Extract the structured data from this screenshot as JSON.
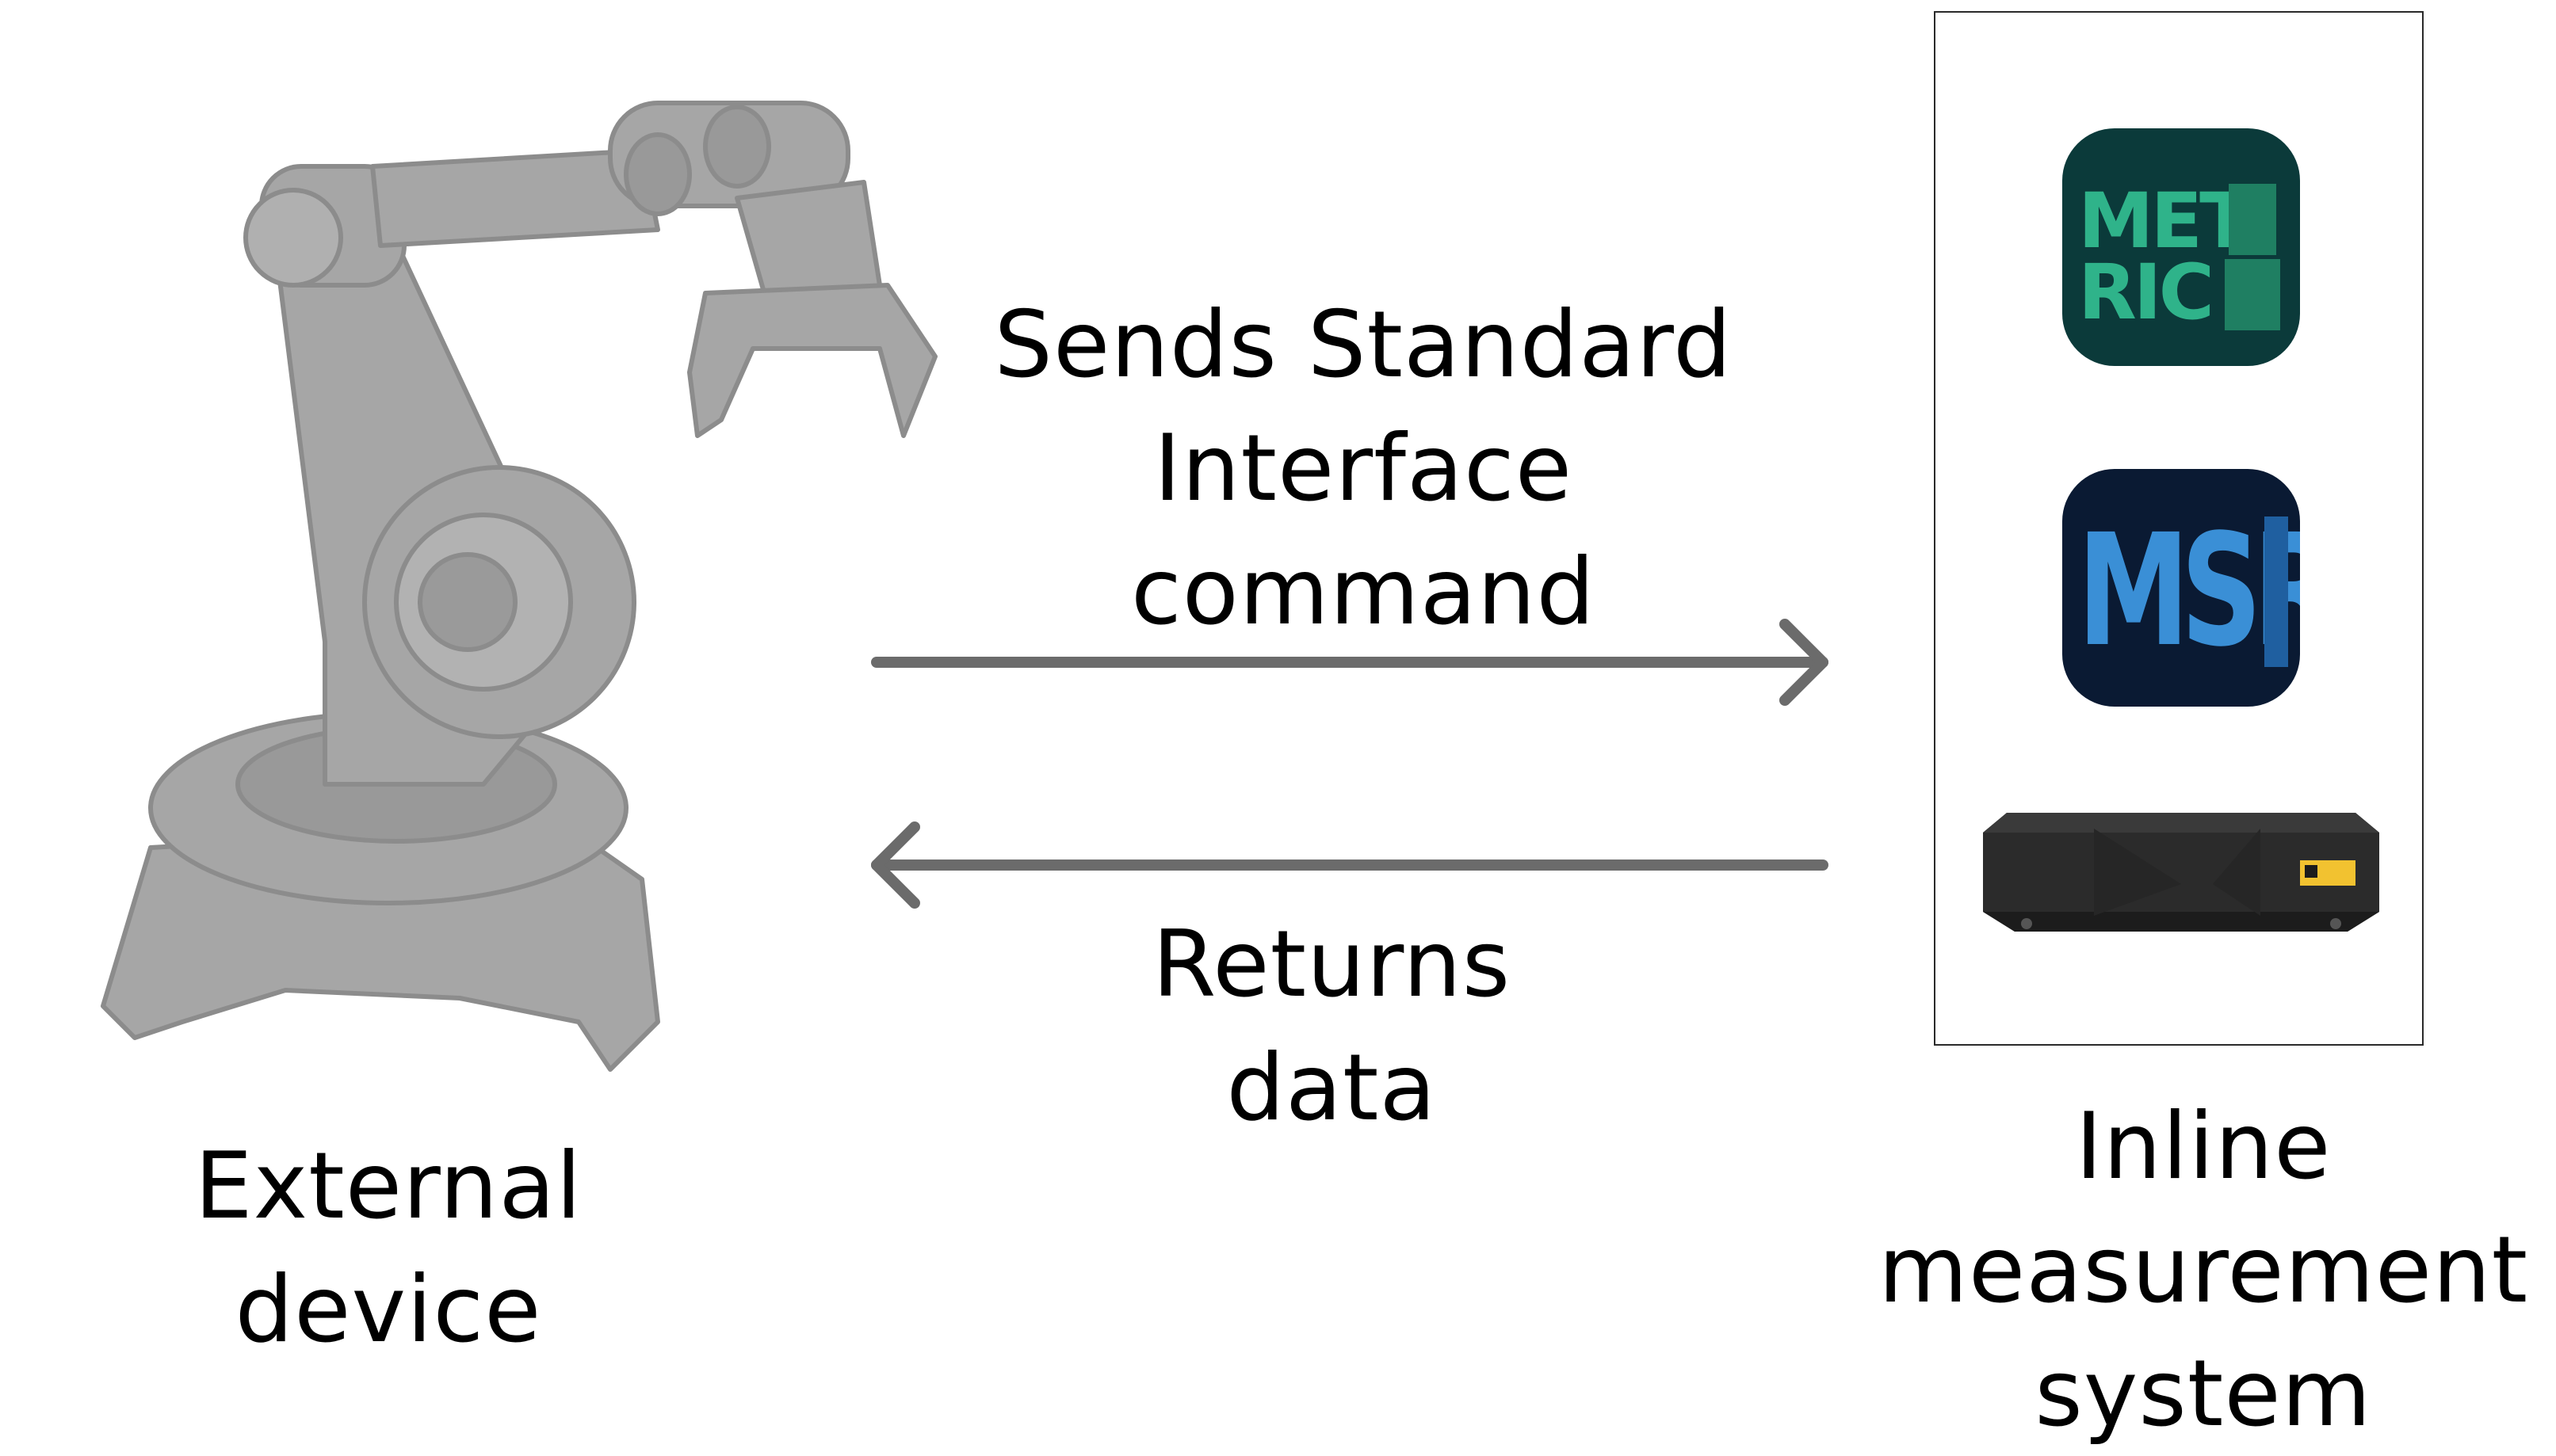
{
  "external_device": {
    "label_lines": [
      "External",
      "device"
    ],
    "icon": "robot-arm-icon"
  },
  "command": {
    "label_lines": [
      "Sends Standard",
      "Interface",
      "command"
    ],
    "arrow": "arrow-right"
  },
  "response": {
    "label_lines": [
      "Returns",
      "data"
    ],
    "arrow": "arrow-left"
  },
  "measurement_system": {
    "label_lines": [
      "Inline",
      "measurement",
      "system"
    ],
    "components": [
      {
        "name": "metrics-app-icon",
        "logo_text": "METRICS",
        "color": "#0b3a3a",
        "accent": "#2fb38a"
      },
      {
        "name": "msra-app-icon",
        "logo_text": "MSRA",
        "color": "#0a1a33",
        "accent": "#3a8fd6"
      },
      {
        "name": "laser-scanner-device",
        "color": "#2b2b2b"
      }
    ]
  },
  "colors": {
    "robot": "#a6a6a6",
    "robot_outline": "#8c8c8c",
    "arrow": "#6b6b6b",
    "text": "#000000"
  }
}
